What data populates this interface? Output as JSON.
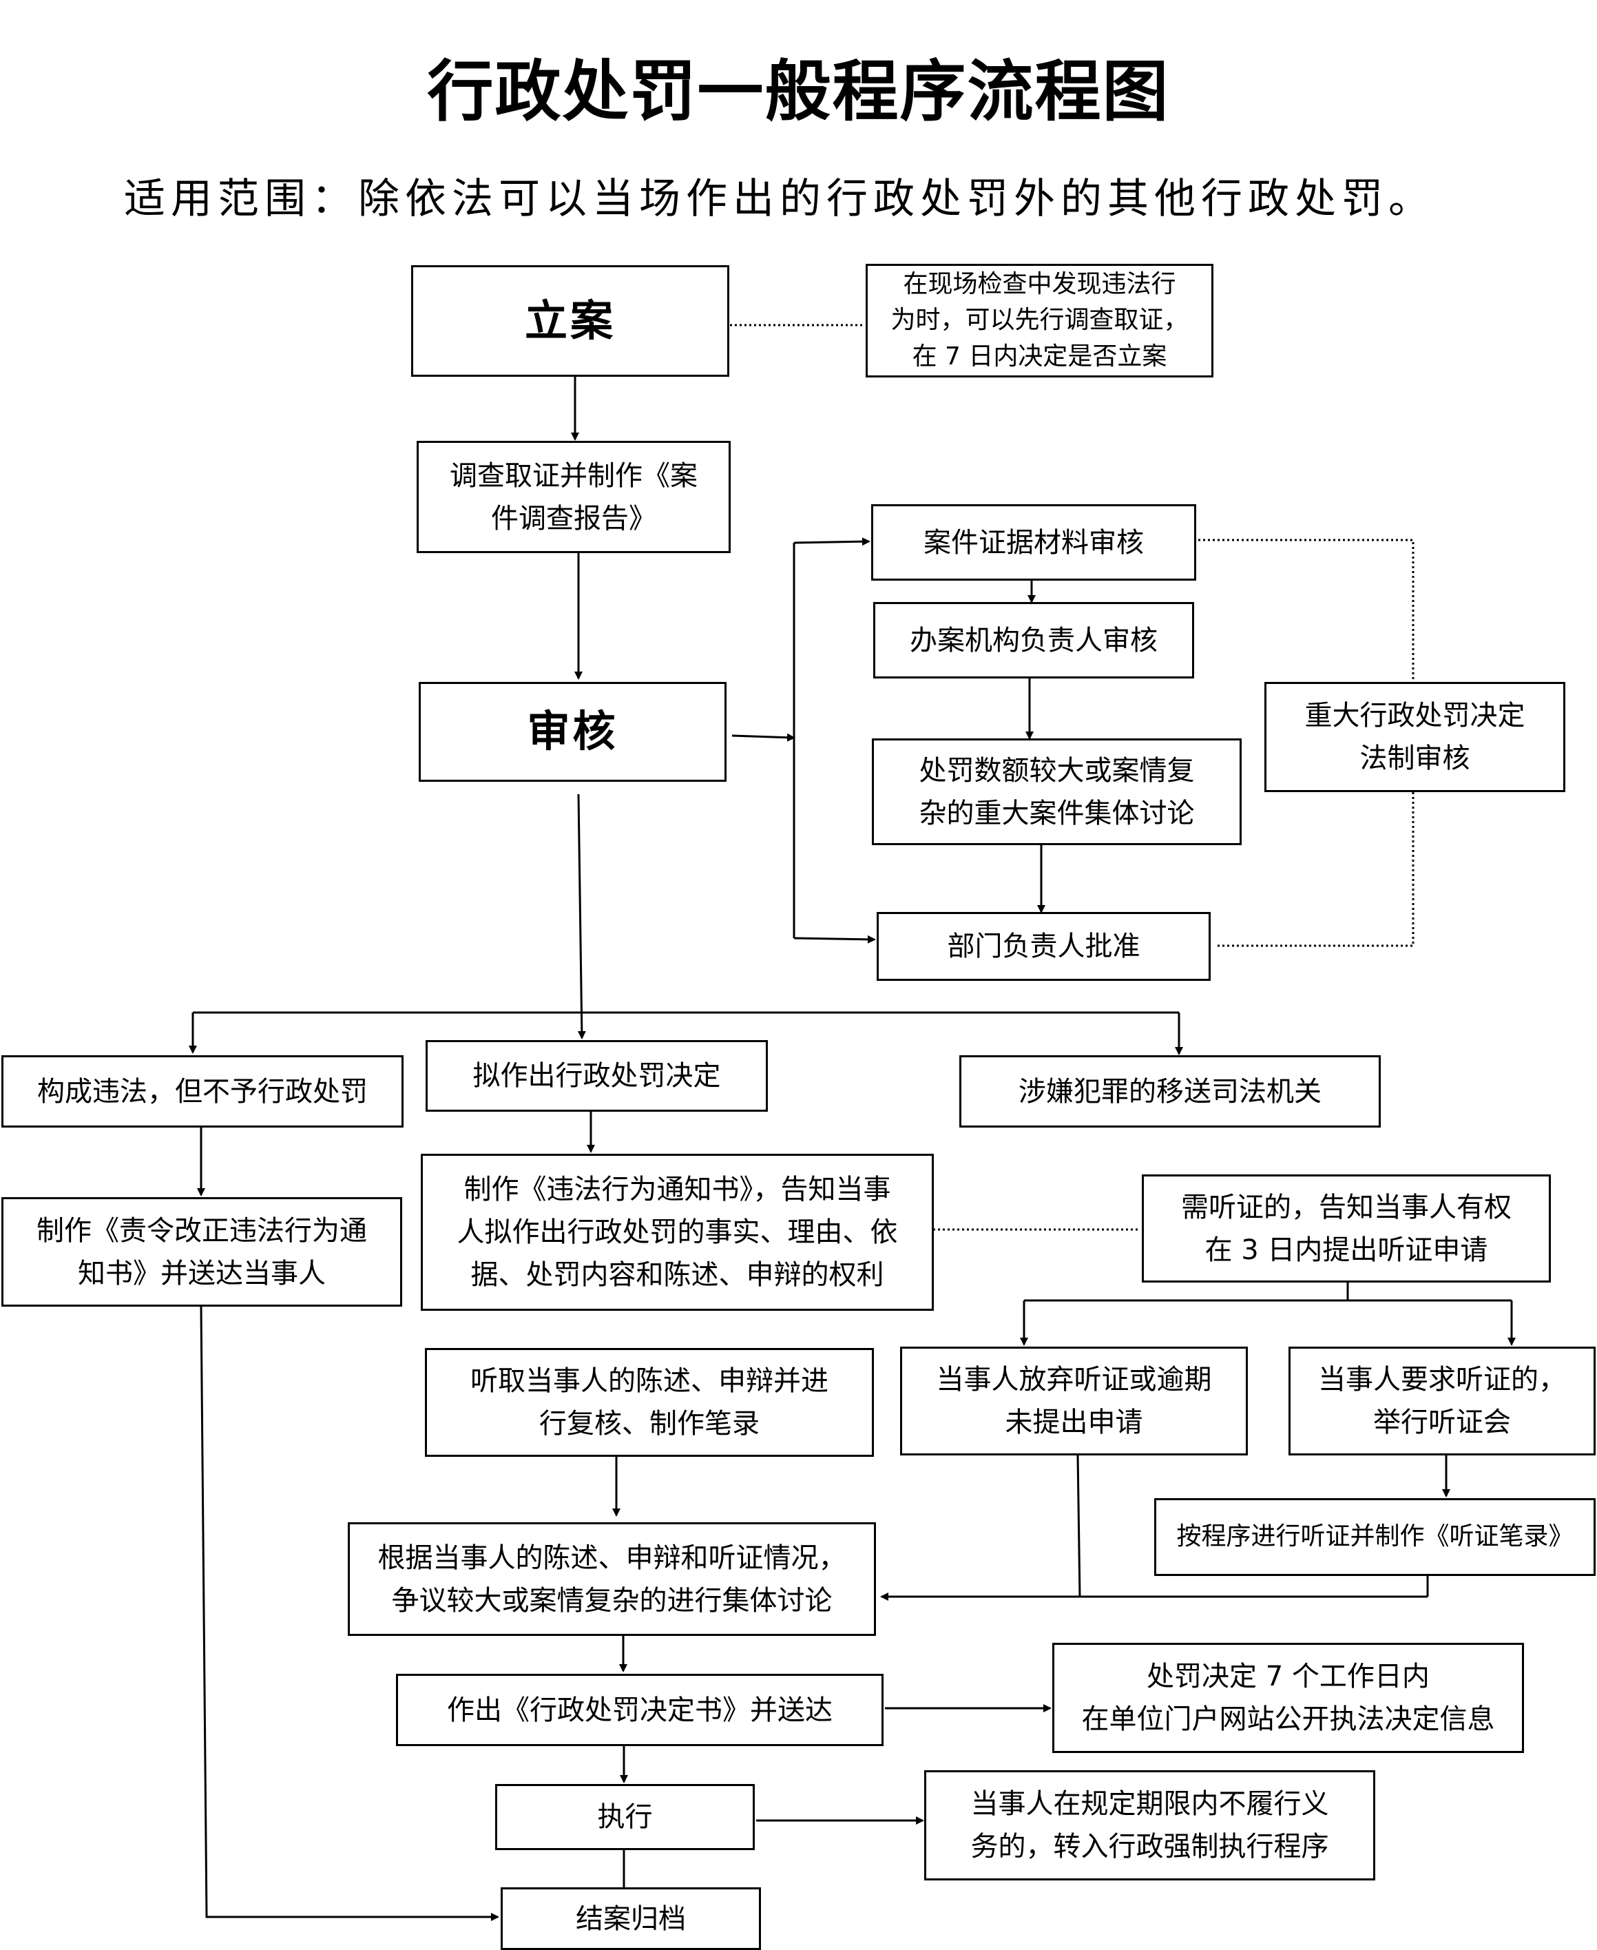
{
  "title": "行政处罚一般程序流程图",
  "scope": "适用范围：除依法可以当场作出的行政处罚外的其他行政处罚。",
  "nodes": {
    "lian": "立案",
    "lian_note": "在现场检查中发现违法行\n为时，可以先行调查取证，\n在 7 日内决定是否立案",
    "diaocha": "调查取证并制作《案\n件调查报告》",
    "shenhe": "审核",
    "cailiao": "案件证据材料审核",
    "fuzeren": "办案机构负责人审核",
    "jiti": "处罚数额较大或案情复\n杂的重大案件集体讨论",
    "fazhi": "重大行政处罚决定\n法制审核",
    "pizhun": "部门负责人批准",
    "buyu": "构成违法，但不予行政处罚",
    "nizuochu": "拟作出行政处罚决定",
    "yisong": "涉嫌犯罪的移送司法机关",
    "zeling": "制作《责令改正违法行为通\n知书》并送达当事人",
    "tongzhi": "制作《违法行为通知书》，告知当事\n人拟作出行政处罚的事实、理由、依\n据、处罚内容和陈述、申辩的权利",
    "tingzheng_gaozhi": "需听证的，告知当事人有权\n在 3 日内提出听证申请",
    "fangqi": "当事人放弃听证或逾期\n未提出申请",
    "yaoqiu": "当事人要求听证的，\n举行听证会",
    "tingqu": "听取当事人的陈述、申辩并进\n行复核、制作笔录",
    "tingzheng_bilu": "按程序进行听证并制作《听证笔录》",
    "jiti2": "根据当事人的陈述、申辩和听证情况，\n争议较大或案情复杂的进行集体讨论",
    "jueding": "作出《行政处罚决定书》并送达",
    "gongkai": "处罚决定 7 个工作日内\n在单位门户网站公开执法决定信息",
    "zhixing": "执行",
    "qiangzhi": "当事人在规定期限内不履行义\n务的，转入行政强制执行程序",
    "jiean": "结案归档"
  }
}
